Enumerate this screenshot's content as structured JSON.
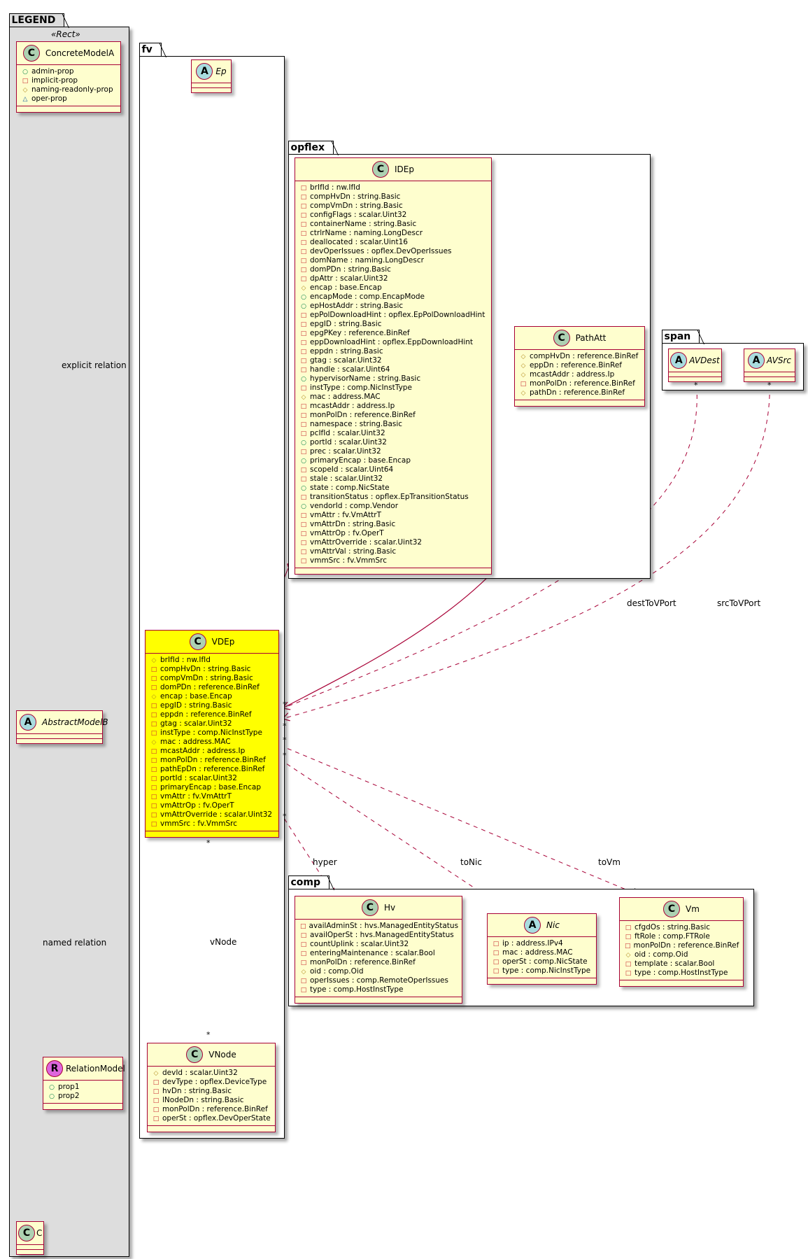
{
  "legend": {
    "package_name": "LEGEND",
    "stereotype": "«Rect»",
    "concrete_model": {
      "name": "ConcreteModelA",
      "kind": "C",
      "attributes": [
        {
          "vis": "pub",
          "text": "admin-prop"
        },
        {
          "vis": "priv",
          "text": "implicit-prop"
        },
        {
          "vis": "prot",
          "text": "naming-readonly-prop"
        },
        {
          "vis": "pkgv",
          "text": "oper-prop"
        }
      ]
    },
    "abstract_model": {
      "name": "AbstractModelB",
      "kind": "A"
    },
    "relation_model": {
      "name": "RelationModel",
      "kind": "R",
      "attributes": [
        {
          "vis": "pub",
          "text": "prop1"
        },
        {
          "vis": "pub",
          "text": "prop2"
        }
      ]
    },
    "target_model": {
      "name": "C",
      "kind": "C"
    },
    "explicit_relation_label": "explicit relation",
    "named_relation_label": "named relation"
  },
  "packages": {
    "fv": "fv",
    "opflex": "opflex",
    "span": "span",
    "comp": "comp"
  },
  "classes": {
    "Ep": {
      "name": "Ep",
      "kind": "A"
    },
    "IDEp": {
      "name": "IDEp",
      "kind": "C",
      "attributes": [
        {
          "vis": "priv",
          "text": "brIfId : nw.IfId"
        },
        {
          "vis": "priv",
          "text": "compHvDn : string.Basic"
        },
        {
          "vis": "priv",
          "text": "compVmDn : string.Basic"
        },
        {
          "vis": "priv",
          "text": "configFlags : scalar.Uint32"
        },
        {
          "vis": "priv",
          "text": "containerName : string.Basic"
        },
        {
          "vis": "priv",
          "text": "ctrlrName : naming.LongDescr"
        },
        {
          "vis": "priv",
          "text": "deallocated : scalar.Uint16"
        },
        {
          "vis": "priv",
          "text": "devOperIssues : opflex.DevOperIssues"
        },
        {
          "vis": "priv",
          "text": "domName : naming.LongDescr"
        },
        {
          "vis": "priv",
          "text": "domPDn : string.Basic"
        },
        {
          "vis": "priv",
          "text": "dpAttr : scalar.Uint32"
        },
        {
          "vis": "prot",
          "text": "encap : base.Encap"
        },
        {
          "vis": "pub",
          "text": "encapMode : comp.EncapMode"
        },
        {
          "vis": "pub",
          "text": "epHostAddr : string.Basic"
        },
        {
          "vis": "priv",
          "text": "epPolDownloadHint : opflex.EpPolDownloadHint"
        },
        {
          "vis": "priv",
          "text": "epgID : string.Basic"
        },
        {
          "vis": "priv",
          "text": "epgPKey : reference.BinRef"
        },
        {
          "vis": "priv",
          "text": "eppDownloadHint : opflex.EppDownloadHint"
        },
        {
          "vis": "priv",
          "text": "eppdn : string.Basic"
        },
        {
          "vis": "priv",
          "text": "gtag : scalar.Uint32"
        },
        {
          "vis": "priv",
          "text": "handle : scalar.Uint64"
        },
        {
          "vis": "pub",
          "text": "hypervisorName : string.Basic"
        },
        {
          "vis": "priv",
          "text": "instType : comp.NicInstType"
        },
        {
          "vis": "prot",
          "text": "mac : address.MAC"
        },
        {
          "vis": "priv",
          "text": "mcastAddr : address.Ip"
        },
        {
          "vis": "priv",
          "text": "monPolDn : reference.BinRef"
        },
        {
          "vis": "priv",
          "text": "namespace : string.Basic"
        },
        {
          "vis": "priv",
          "text": "pcIfId : scalar.Uint32"
        },
        {
          "vis": "pub",
          "text": "portId : scalar.Uint32"
        },
        {
          "vis": "priv",
          "text": "prec : scalar.Uint32"
        },
        {
          "vis": "pub",
          "text": "primaryEncap : base.Encap"
        },
        {
          "vis": "priv",
          "text": "scopeId : scalar.Uint64"
        },
        {
          "vis": "priv",
          "text": "stale : scalar.Uint32"
        },
        {
          "vis": "pub",
          "text": "state : comp.NicState"
        },
        {
          "vis": "priv",
          "text": "transitionStatus : opflex.EpTransitionStatus"
        },
        {
          "vis": "pub",
          "text": "vendorId : comp.Vendor"
        },
        {
          "vis": "priv",
          "text": "vmAttr : fv.VmAttrT"
        },
        {
          "vis": "priv",
          "text": "vmAttrDn : string.Basic"
        },
        {
          "vis": "priv",
          "text": "vmAttrOp : fv.OperT"
        },
        {
          "vis": "priv",
          "text": "vmAttrOverride : scalar.Uint32"
        },
        {
          "vis": "priv",
          "text": "vmAttrVal : string.Basic"
        },
        {
          "vis": "priv",
          "text": "vmmSrc : fv.VmmSrc"
        }
      ]
    },
    "PathAtt": {
      "name": "PathAtt",
      "kind": "C",
      "attributes": [
        {
          "vis": "prot",
          "text": "compHvDn : reference.BinRef"
        },
        {
          "vis": "prot",
          "text": "eppDn : reference.BinRef"
        },
        {
          "vis": "prot",
          "text": "mcastAddr : address.Ip"
        },
        {
          "vis": "priv",
          "text": "monPolDn : reference.BinRef"
        },
        {
          "vis": "prot",
          "text": "pathDn : reference.BinRef"
        }
      ]
    },
    "AVDest": {
      "name": "AVDest",
      "kind": "A"
    },
    "AVSrc": {
      "name": "AVSrc",
      "kind": "A"
    },
    "VDEp": {
      "name": "VDEp",
      "kind": "C",
      "attributes": [
        {
          "vis": "prot",
          "text": "brIfId : nw.IfId"
        },
        {
          "vis": "priv",
          "text": "compHvDn : string.Basic"
        },
        {
          "vis": "priv",
          "text": "compVmDn : string.Basic"
        },
        {
          "vis": "priv",
          "text": "domPDn : reference.BinRef"
        },
        {
          "vis": "prot",
          "text": "encap : base.Encap"
        },
        {
          "vis": "priv",
          "text": "epgID : string.Basic"
        },
        {
          "vis": "priv",
          "text": "eppdn : reference.BinRef"
        },
        {
          "vis": "priv",
          "text": "gtag : scalar.Uint32"
        },
        {
          "vis": "priv",
          "text": "instType : comp.NicInstType"
        },
        {
          "vis": "prot",
          "text": "mac : address.MAC"
        },
        {
          "vis": "priv",
          "text": "mcastAddr : address.Ip"
        },
        {
          "vis": "priv",
          "text": "monPolDn : reference.BinRef"
        },
        {
          "vis": "priv",
          "text": "pathEpDn : reference.BinRef"
        },
        {
          "vis": "priv",
          "text": "portId : scalar.Uint32"
        },
        {
          "vis": "priv",
          "text": "primaryEncap : base.Encap"
        },
        {
          "vis": "priv",
          "text": "vmAttr : fv.VmAttrT"
        },
        {
          "vis": "priv",
          "text": "vmAttrOp : fv.OperT"
        },
        {
          "vis": "priv",
          "text": "vmAttrOverride : scalar.Uint32"
        },
        {
          "vis": "priv",
          "text": "vmmSrc : fv.VmmSrc"
        }
      ]
    },
    "VNode": {
      "name": "VNode",
      "kind": "C",
      "attributes": [
        {
          "vis": "prot",
          "text": "devId : scalar.Uint32"
        },
        {
          "vis": "priv",
          "text": "devType : opflex.DeviceType"
        },
        {
          "vis": "priv",
          "text": "hvDn : string.Basic"
        },
        {
          "vis": "priv",
          "text": "lNodeDn : string.Basic"
        },
        {
          "vis": "priv",
          "text": "monPolDn : reference.BinRef"
        },
        {
          "vis": "priv",
          "text": "operSt : opflex.DevOperState"
        }
      ]
    },
    "Hv": {
      "name": "Hv",
      "kind": "C",
      "attributes": [
        {
          "vis": "priv",
          "text": "availAdminSt : hvs.ManagedEntityStatus"
        },
        {
          "vis": "priv",
          "text": "availOperSt : hvs.ManagedEntityStatus"
        },
        {
          "vis": "priv",
          "text": "countUplink : scalar.Uint32"
        },
        {
          "vis": "priv",
          "text": "enteringMaintenance : scalar.Bool"
        },
        {
          "vis": "priv",
          "text": "monPolDn : reference.BinRef"
        },
        {
          "vis": "prot",
          "text": "oid : comp.Oid"
        },
        {
          "vis": "priv",
          "text": "operIssues : comp.RemoteOperIssues"
        },
        {
          "vis": "priv",
          "text": "type : comp.HostInstType"
        }
      ]
    },
    "Nic": {
      "name": "Nic",
      "kind": "A",
      "attributes": [
        {
          "vis": "priv",
          "text": "ip : address.IPv4"
        },
        {
          "vis": "priv",
          "text": "mac : address.MAC"
        },
        {
          "vis": "priv",
          "text": "operSt : comp.NicState"
        },
        {
          "vis": "priv",
          "text": "type : comp.NicInstType"
        }
      ]
    },
    "Vm": {
      "name": "Vm",
      "kind": "C",
      "attributes": [
        {
          "vis": "priv",
          "text": "cfgdOs : string.Basic"
        },
        {
          "vis": "priv",
          "text": "ftRole : comp.FTRole"
        },
        {
          "vis": "priv",
          "text": "monPolDn : reference.BinRef"
        },
        {
          "vis": "prot",
          "text": "oid : comp.Oid"
        },
        {
          "vis": "priv",
          "text": "template : scalar.Bool"
        },
        {
          "vis": "priv",
          "text": "type : comp.HostInstType"
        }
      ]
    }
  },
  "relations": {
    "destToVPort": "destToVPort",
    "srcToVPort": "srcToVPort",
    "hyper": "hyper",
    "toNic": "toNic",
    "toVm": "toVm",
    "vNode": "vNode",
    "multiplicity": "*"
  },
  "vis_symbols": {
    "pub": "○",
    "priv": "□",
    "prot": "◇",
    "pkgv": "△"
  },
  "colors": {
    "class_fill": "#fefece",
    "class_border": "#a80036",
    "highlight_fill": "#ffff00",
    "legend_fill": "#dddddd",
    "edge": "#a80036"
  }
}
